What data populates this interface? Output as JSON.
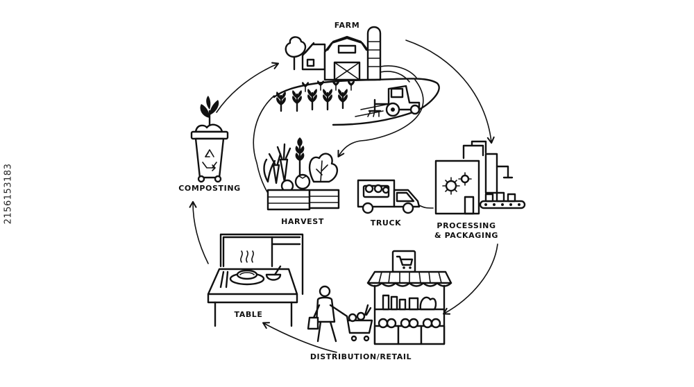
{
  "stages": {
    "farm": "FARM",
    "harvest": "HARVEST",
    "truck": "TRUCK",
    "processing_line1": "PROCESSING",
    "processing_line2": "& PACKAGING",
    "distribution": "DISTRIBUTION/RETAIL",
    "table": "TABLE",
    "composting": "COMPOSTING"
  },
  "stock_id": "2156153183",
  "icons": [
    "farm-barn-icon",
    "silo-icon",
    "tree-icon",
    "tractor-icon",
    "crops-icon",
    "harvest-crate-icon",
    "delivery-truck-icon",
    "factory-icon",
    "gear-icon",
    "conveyor-icon",
    "market-stall-icon",
    "shopping-cart-icon",
    "shopper-icon",
    "dining-table-icon",
    "compost-bin-icon",
    "recycle-icon",
    "sprout-icon"
  ],
  "colors": {
    "ink": "#111111",
    "background": "#ffffff"
  }
}
